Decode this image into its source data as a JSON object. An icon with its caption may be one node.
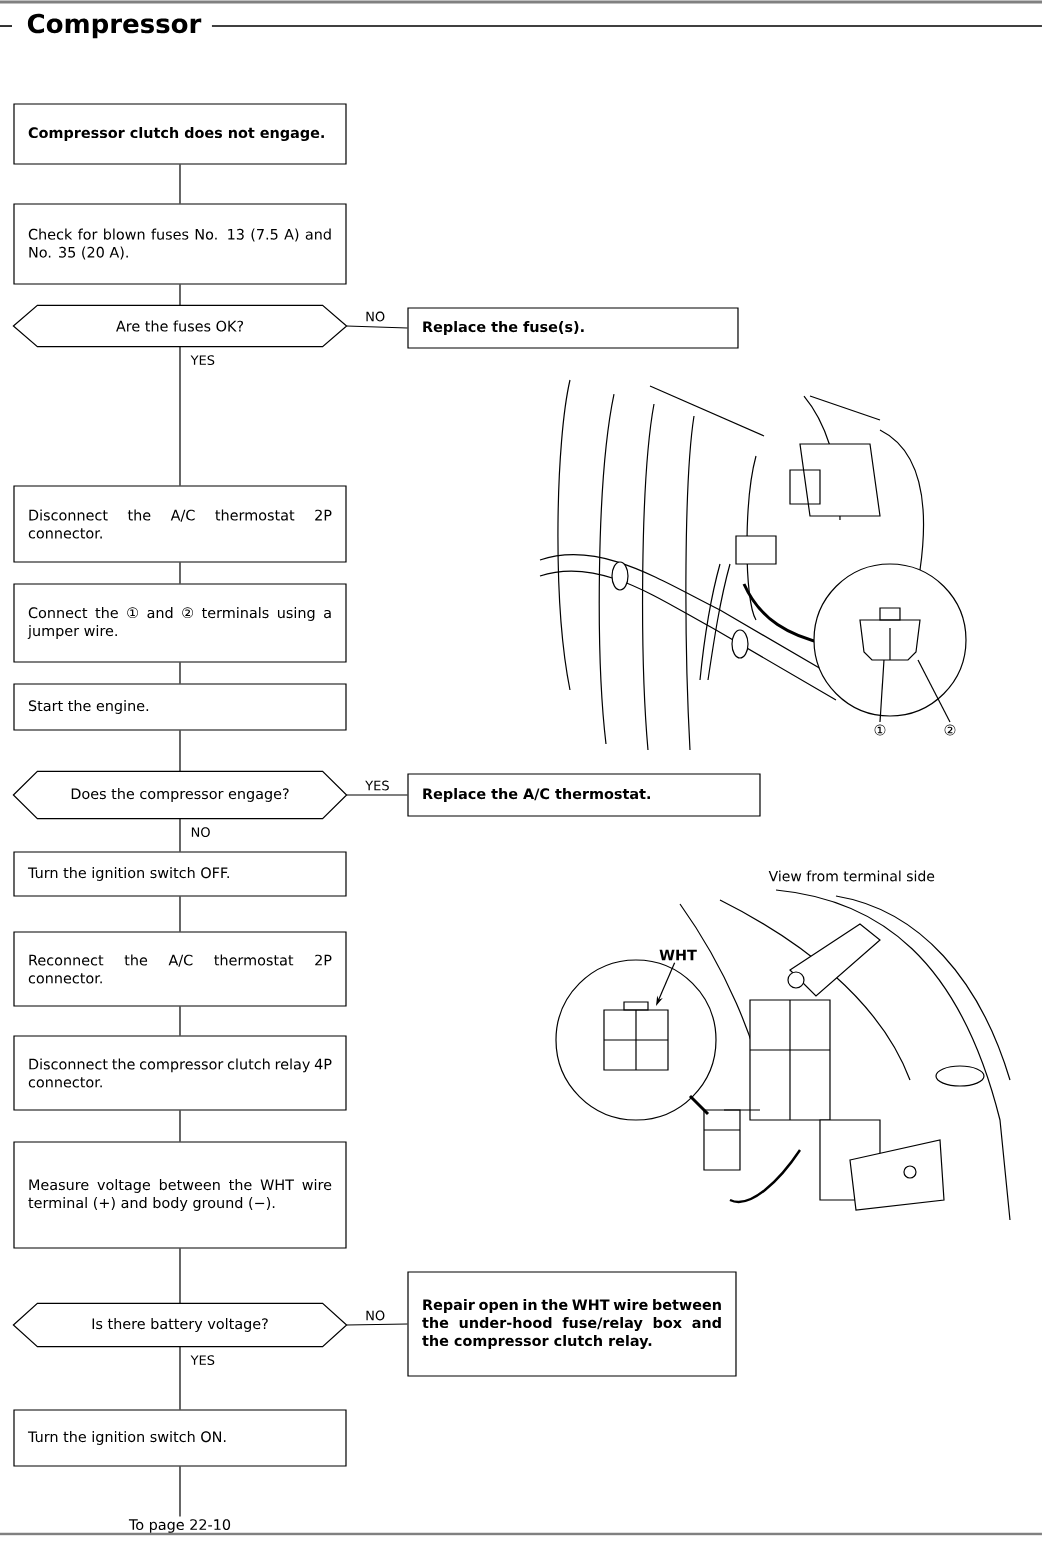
{
  "diagram": {
    "title": "Compressor",
    "nodes": [
      {
        "text": [
          "Compressor clutch does not engage."
        ]
      },
      {
        "text": [
          "Check for blown fuses No. 13 (7.5 A) and No. 35 (20 A)."
        ]
      },
      {
        "text": [
          "Are the fuses OK?"
        ]
      },
      {
        "text": [
          "Replace the fuse(s)."
        ]
      },
      {
        "text": [
          "Disconnect the A/C thermostat 2P connector."
        ]
      },
      {
        "text": [
          "Connect the ① and ② terminals using a jumper wire."
        ]
      },
      {
        "text": [
          "Start the engine."
        ]
      },
      {
        "text": [
          "Does the compressor engage?"
        ]
      },
      {
        "text": [
          "Replace the A/C thermostat."
        ]
      },
      {
        "text": [
          "Turn the ignition switch OFF."
        ]
      },
      {
        "text": [
          "Reconnect the A/C thermostat 2P connector."
        ]
      },
      {
        "text": [
          "Disconnect the compressor clutch relay 4P connector."
        ]
      },
      {
        "text": [
          "Measure voltage between the WHT wire terminal (+) and body ground (−)."
        ]
      },
      {
        "text": [
          "Is there battery voltage?"
        ]
      },
      {
        "text": [
          "Repair open in the WHT wire between the under-hood fuse/relay box and the compressor clutch relay."
        ]
      },
      {
        "text": [
          "Turn the ignition switch ON."
        ]
      },
      {
        "text": [
          "To page 22-10"
        ]
      },
      {
        "text": [
          "①"
        ]
      },
      {
        "text": [
          "②"
        ]
      },
      {
        "text": [
          "WHT"
        ]
      }
    ],
    "edges": [
      {
        "from": 0,
        "to": 1,
        "arrow": "none"
      },
      {
        "from": 1,
        "to": 2,
        "arrow": "none"
      },
      {
        "from": 2,
        "to": 3,
        "arrow": "none",
        "label": "NO"
      },
      {
        "from": 2,
        "to": 4,
        "arrow": "none",
        "label": "YES"
      },
      {
        "from": 4,
        "to": 5,
        "arrow": "none"
      },
      {
        "from": 5,
        "to": 6,
        "arrow": "none"
      },
      {
        "from": 6,
        "to": 7,
        "arrow": "none"
      },
      {
        "from": 7,
        "to": 8,
        "arrow": "none",
        "label": "YES"
      },
      {
        "from": 7,
        "to": 9,
        "arrow": "none",
        "label": "NO"
      },
      {
        "from": 9,
        "to": 10,
        "arrow": "none"
      },
      {
        "from": 10,
        "to": 11,
        "arrow": "none"
      },
      {
        "from": 11,
        "to": 12,
        "arrow": "none"
      },
      {
        "from": 12,
        "to": 13,
        "arrow": "none"
      },
      {
        "from": 13,
        "to": 14,
        "arrow": "none",
        "label": "NO"
      },
      {
        "from": 13,
        "to": 15,
        "arrow": "none",
        "label": "YES"
      },
      {
        "from": 15,
        "to": 16,
        "arrow": "none"
      },
      {
        "from": 17,
        "to": null,
        "arrow": "none"
      },
      {
        "from": 18,
        "to": null,
        "arrow": "none"
      },
      {
        "from": 19,
        "to": null,
        "arrow": "to"
      }
    ],
    "labels": [
      "View from terminal side"
    ]
  }
}
